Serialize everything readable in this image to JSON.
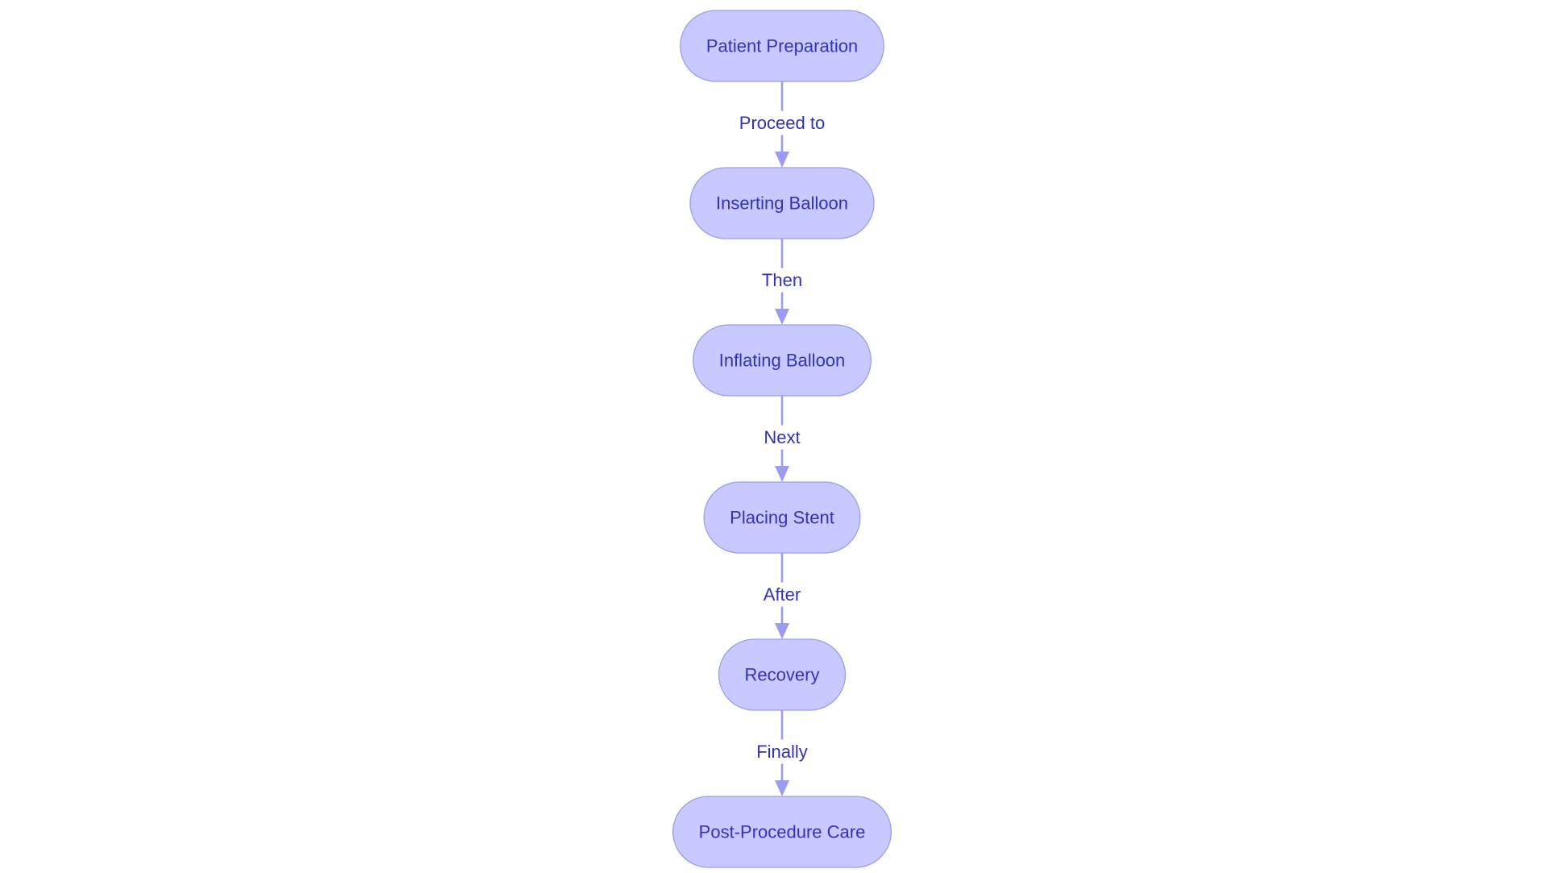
{
  "diagram": {
    "type": "flowchart",
    "direction": "top-to-bottom",
    "colors": {
      "node_fill": "#c8caff",
      "node_stroke": "#9a9cf0",
      "text": "#3232b8",
      "edge": "#9a9cf0"
    },
    "nodes": [
      {
        "id": "patient-preparation",
        "label": "Patient Preparation"
      },
      {
        "id": "inserting-balloon",
        "label": "Inserting Balloon"
      },
      {
        "id": "inflating-balloon",
        "label": "Inflating Balloon"
      },
      {
        "id": "placing-stent",
        "label": "Placing Stent"
      },
      {
        "id": "recovery",
        "label": "Recovery"
      },
      {
        "id": "post-procedure-care",
        "label": "Post-Procedure Care"
      }
    ],
    "edges": [
      {
        "from": "patient-preparation",
        "to": "inserting-balloon",
        "label": "Proceed to"
      },
      {
        "from": "inserting-balloon",
        "to": "inflating-balloon",
        "label": "Then"
      },
      {
        "from": "inflating-balloon",
        "to": "placing-stent",
        "label": "Next"
      },
      {
        "from": "placing-stent",
        "to": "recovery",
        "label": "After"
      },
      {
        "from": "recovery",
        "to": "post-procedure-care",
        "label": "Finally"
      }
    ]
  }
}
